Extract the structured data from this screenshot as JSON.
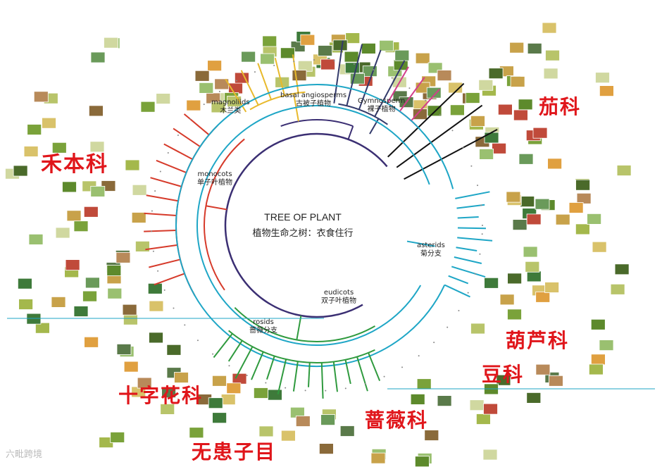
{
  "title": {
    "en": "TREE OF PLANT",
    "zh": "植物生命之树：衣食住行"
  },
  "clades": [
    {
      "en": "magnoliids",
      "zh": "木兰类"
    },
    {
      "en": "basal angiosperms",
      "zh": "古被子植物"
    },
    {
      "en": "Gymnosperm",
      "zh": "裸子植物"
    },
    {
      "en": "monocots",
      "zh": "单子叶植物"
    },
    {
      "en": "asterids",
      "zh": "菊分支"
    },
    {
      "en": "eudicots",
      "zh": "双子叶植物"
    },
    {
      "en": "rosids",
      "zh": "蔷薇分支"
    }
  ],
  "family_labels": {
    "qie": "茄科",
    "he": "禾本科",
    "hulu": "葫芦科",
    "dou": "豆科",
    "shizi": "十字花科",
    "qiangwei": "蔷薇科",
    "wuhuanzi": "无患子目"
  },
  "watermark": "六毗跨境",
  "colors": {
    "gymnosperm": "#111111",
    "basal": "#333a6b",
    "magnoliids": "#e8b92c",
    "gymno_pink": "#d23d8a",
    "monocots": "#d63a2a",
    "asterids": "#1ea6c6",
    "rosids": "#2f9a3e",
    "backbone": "#3b2f73",
    "accent": "#e0161b"
  }
}
